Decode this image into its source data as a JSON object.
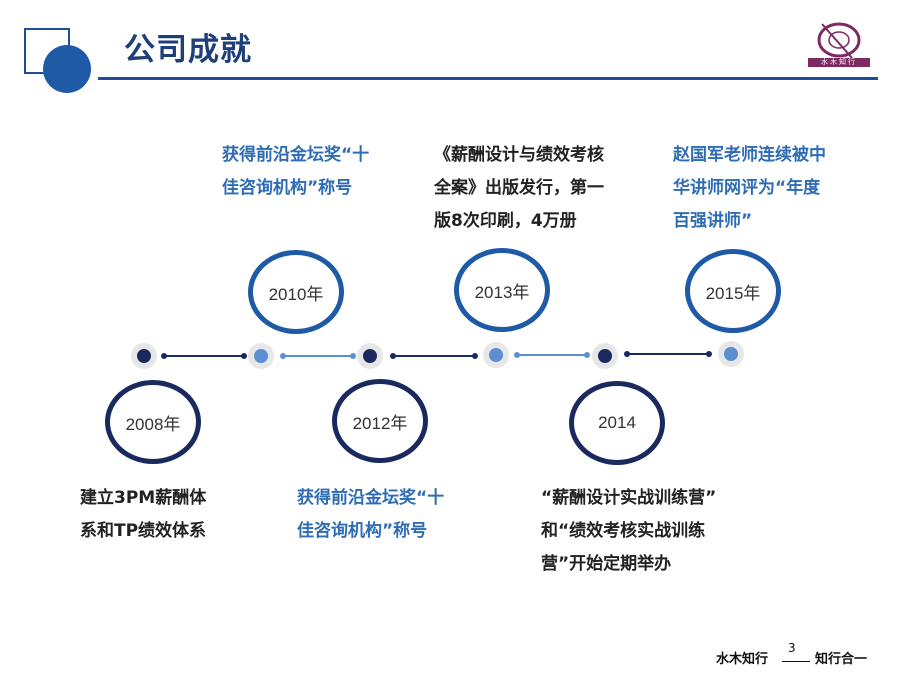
{
  "header": {
    "title": "公司成就"
  },
  "logo": {
    "text": "水木知行"
  },
  "timeline": {
    "above": [
      {
        "year": "2010年",
        "desc_lines": [
          "获得前沿金坛奖“十",
          "佳咨询机构”称号"
        ]
      },
      {
        "year": "2013年",
        "desc_lines": [
          "《薪酬设计与绩效考核",
          "全案》出版发行，第一",
          "版8次印刷，4万册"
        ]
      },
      {
        "year": "2015年",
        "desc_lines": [
          "赵国军老师连续被中",
          "华讲师网评为“年度",
          "百强讲师”"
        ]
      }
    ],
    "below": [
      {
        "year": "2008年",
        "desc_lines": [
          "建立3PM薪酬体",
          "系和TP绩效体系"
        ]
      },
      {
        "year": "2012年",
        "desc_lines": [
          "获得前沿金坛奖“十",
          "佳咨询机构”称号"
        ]
      },
      {
        "year": "2014",
        "desc_lines": [
          "“薪酬设计实战训练营”",
          "和“绩效考核实战训练",
          "营”开始定期举办"
        ]
      }
    ]
  },
  "footer": {
    "left": "水木知行",
    "page": "3",
    "right": "知行合一"
  },
  "colors": {
    "dark_navy": "#1b2a5e",
    "blue": "#1f5aa6",
    "light_blue": "#5b8fd2",
    "text_blue": "#2e6cb4"
  }
}
